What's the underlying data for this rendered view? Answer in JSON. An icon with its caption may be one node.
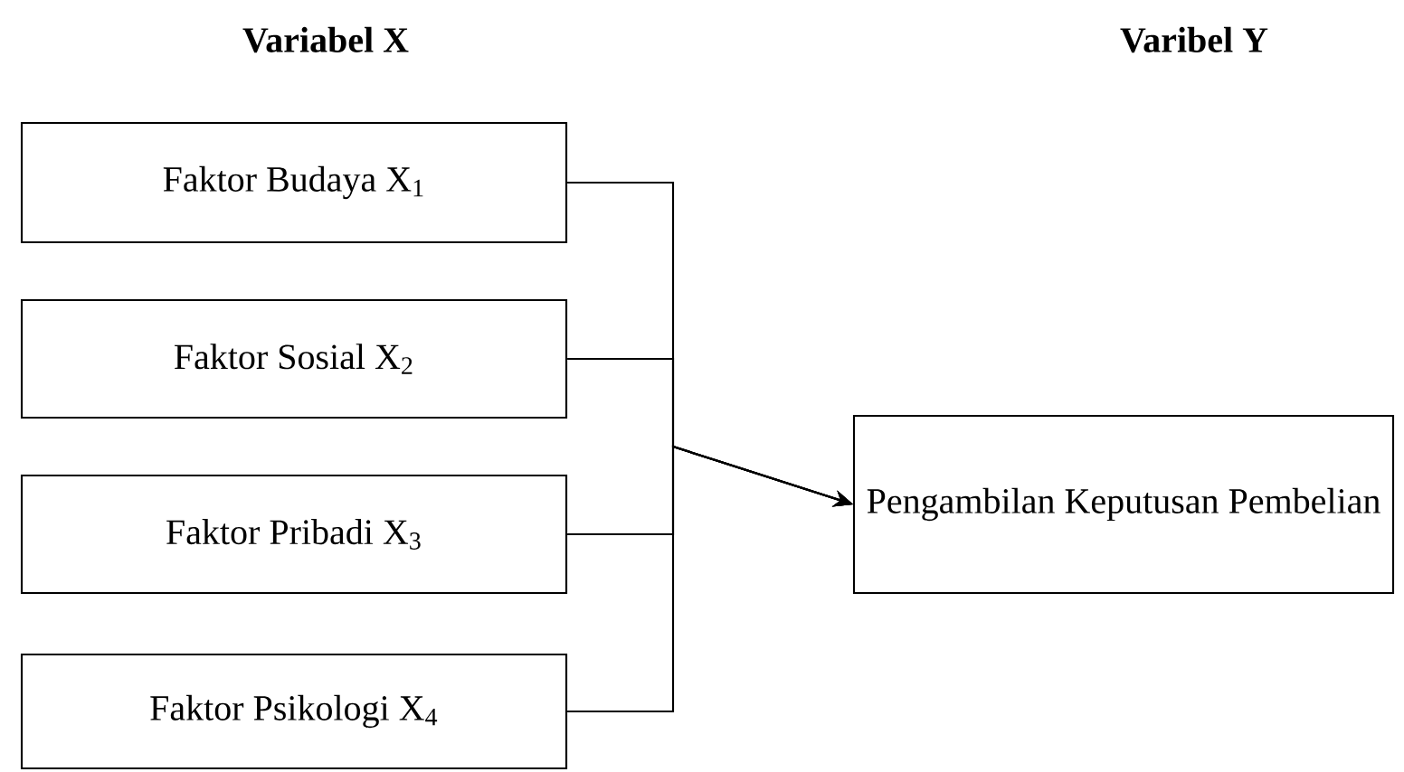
{
  "diagram": {
    "nodes": [
      {
        "text": [
          "Faktor Budaya X$_{1}$"
        ]
      },
      {
        "text": [
          "Faktor Sosial X$_{2}$"
        ]
      },
      {
        "text": [
          "Faktor Pribadi X$_{3}$"
        ]
      },
      {
        "text": [
          "Faktor Psikologi X$_{4}$"
        ]
      },
      {
        "text": [
          "Pengambilan Keputusan Pembelian"
        ]
      }
    ],
    "edges": [
      {
        "from": 0,
        "to": 4,
        "arrow": "to"
      },
      {
        "from": 1,
        "to": 4,
        "arrow": "to"
      },
      {
        "from": 2,
        "to": 4,
        "arrow": "to"
      },
      {
        "from": 3,
        "to": 4,
        "arrow": "to"
      }
    ],
    "labels": [
      "Variabel X",
      "Varibel Y"
    ]
  }
}
